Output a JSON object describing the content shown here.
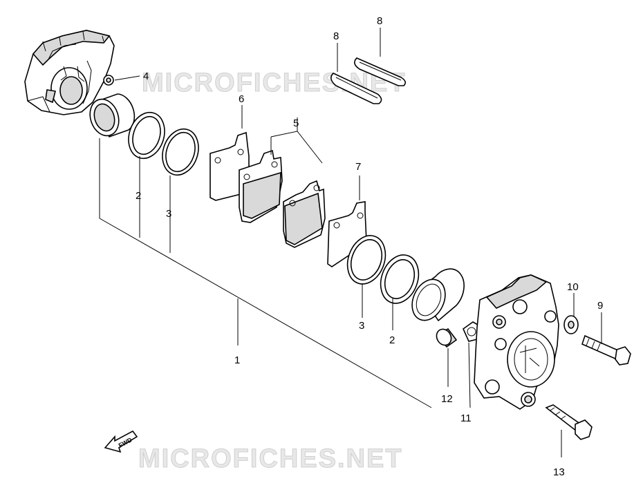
{
  "watermark": {
    "text": "MICROFICHES.NET"
  },
  "direction_badge": {
    "text": "FWD"
  },
  "callouts": {
    "c1": "1",
    "c2a": "2",
    "c2b": "2",
    "c3a": "3",
    "c3b": "3",
    "c4": "4",
    "c5": "5",
    "c6": "6",
    "c7": "7",
    "c8a": "8",
    "c8b": "8",
    "c9": "9",
    "c10": "10",
    "c11": "11",
    "c12": "12",
    "c13": "13"
  }
}
